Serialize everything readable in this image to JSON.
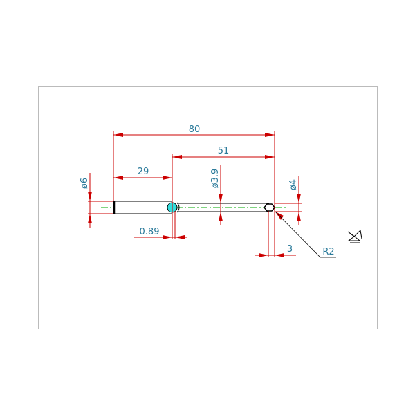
{
  "drawing": {
    "dimensions": {
      "overall_length": "80",
      "rod_length": "51",
      "shank_length": "29",
      "shank_diameter": "ø6",
      "rod_diameter": "ø3.9",
      "tip_diameter": "ø4",
      "ball_offset": "0.89",
      "tip_offset": "3",
      "tip_radius": "R2"
    },
    "colors": {
      "dimension": "#cc0000",
      "text": "#2a7a9a",
      "centerline": "#00aa00",
      "ball": "#33dddd",
      "frame": "#bbbbbb"
    },
    "icons": [
      "ucs-icon"
    ]
  }
}
